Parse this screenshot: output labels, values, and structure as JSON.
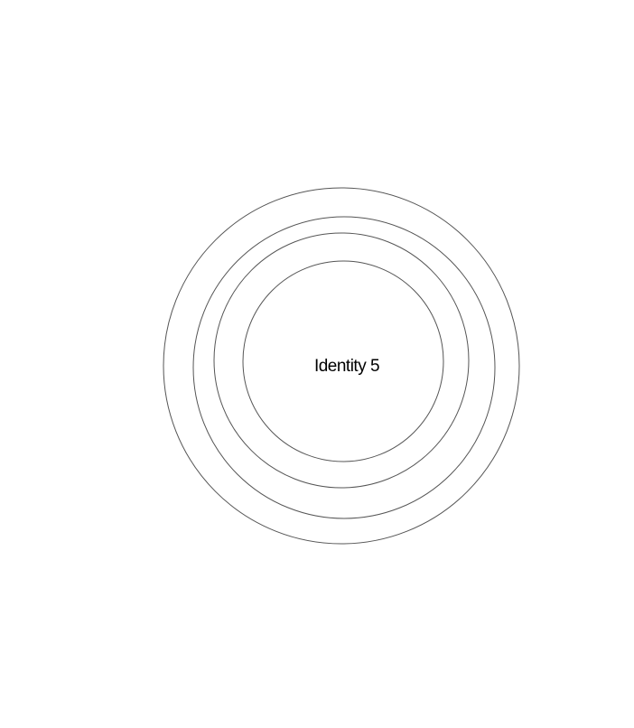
{
  "diagram": {
    "type": "concentric-circles",
    "ring_count": 4,
    "center_label": "Identity 5",
    "stroke_color": "#555555",
    "text_color": "#000000",
    "background_color": "#ffffff"
  }
}
